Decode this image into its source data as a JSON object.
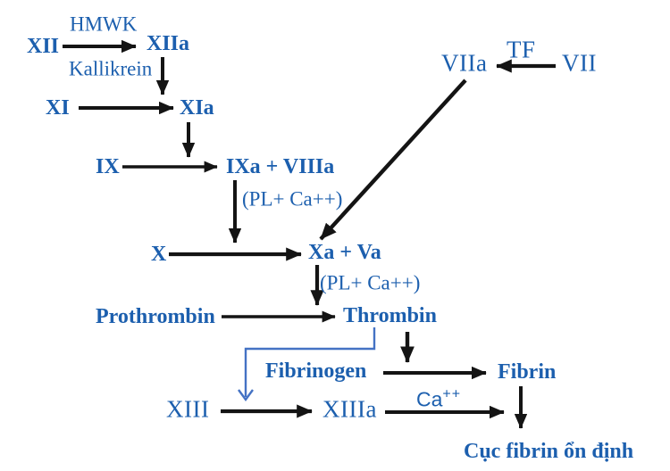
{
  "diagram": {
    "title": "Coagulation cascade diagram",
    "colors": {
      "text_blue": "#1c5fae",
      "arrow_black": "#141414",
      "feedback_blue": "#4472c4",
      "bg": "#ffffff"
    },
    "nodes": {
      "hmwk": "HMWK",
      "xii": "XII",
      "xiia": "XIIa",
      "kallikrein": "Kallikrein",
      "xi": "XI",
      "xia": "XIa",
      "ix": "IX",
      "ixa_viiia": "IXa + VIIIa",
      "pl_ca_upper": "(PL+ Ca++)",
      "x": "X",
      "xa_va": "Xa + Va",
      "pl_ca_lower": "(PL+ Ca++)",
      "viia": "VIIa",
      "tf": "TF",
      "vii": "VII",
      "prothrombin": "Prothrombin",
      "thrombin": "Thrombin",
      "fibrinogen": "Fibrinogen",
      "fibrin": "Fibrin",
      "xiii": "XIII",
      "xiiia": "XIIIa",
      "ca_base": "Ca",
      "ca_sup": "++",
      "stable_clot": "Cục fibrin ổn định"
    },
    "edges": [
      {
        "from": "XII",
        "to": "XIIa",
        "label_above": "HMWK",
        "label_below": "Kallikrein"
      },
      {
        "from": "XIIa",
        "to": "XI → XIa arrow"
      },
      {
        "from": "XI",
        "to": "XIa"
      },
      {
        "from": "XIa",
        "to": "IX → IXa arrow"
      },
      {
        "from": "IX",
        "to": "IXa + VIIIa"
      },
      {
        "from": "IXa + VIIIa",
        "to": "X → Xa arrow",
        "label": "(PL+ Ca++)"
      },
      {
        "from": "X",
        "to": "Xa + Va"
      },
      {
        "from": "VII",
        "to": "VIIa",
        "label_above": "TF"
      },
      {
        "from": "VIIa",
        "to": "Xa + Va"
      },
      {
        "from": "Xa + Va",
        "to": "Prothrombin → Thrombin arrow",
        "label": "(PL+ Ca++)"
      },
      {
        "from": "Prothrombin",
        "to": "Thrombin"
      },
      {
        "from": "Thrombin",
        "to": "Fibrinogen → Fibrin arrow"
      },
      {
        "from": "Thrombin",
        "to": "XIII → XIIIa arrow",
        "style": "thin blue elbow"
      },
      {
        "from": "Fibrinogen",
        "to": "Fibrin"
      },
      {
        "from": "XIII",
        "to": "XIIIa"
      },
      {
        "from": "XIIIa",
        "to": "Fibrin → clot arrow",
        "label_above": "Ca++"
      },
      {
        "from": "Fibrin",
        "to": "Cục fibrin ổn định"
      }
    ]
  }
}
